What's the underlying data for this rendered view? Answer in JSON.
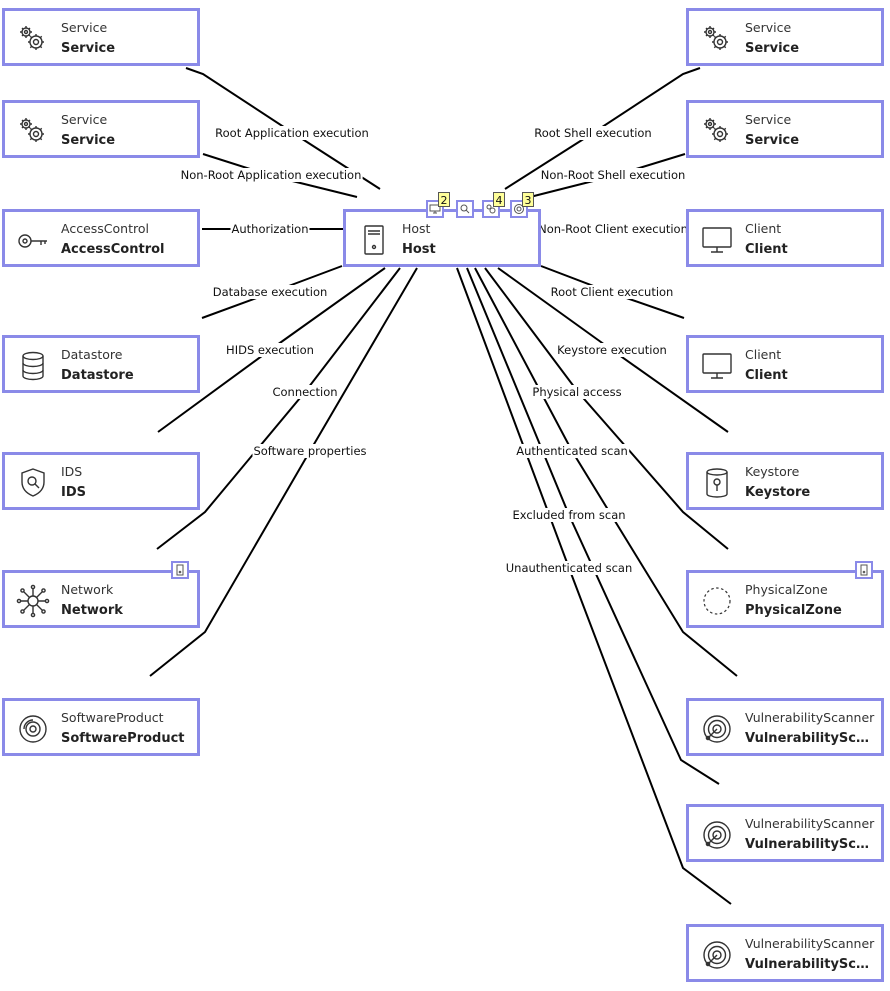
{
  "nodes": [
    {
      "id": "svc1",
      "type": "Service",
      "name": "Service",
      "icon": "gears-icon"
    },
    {
      "id": "svc2",
      "type": "Service",
      "name": "Service",
      "icon": "gears-icon"
    },
    {
      "id": "ac",
      "type": "AccessControl",
      "name": "AccessControl",
      "icon": "key-icon"
    },
    {
      "id": "ds",
      "type": "Datastore",
      "name": "Datastore",
      "icon": "database-icon"
    },
    {
      "id": "ids",
      "type": "IDS",
      "name": "IDS",
      "icon": "shield-search-icon"
    },
    {
      "id": "net",
      "type": "Network",
      "name": "Network",
      "icon": "network-icon"
    },
    {
      "id": "sp",
      "type": "SoftwareProduct",
      "name": "SoftwareProduct",
      "icon": "disc-icon"
    },
    {
      "id": "host",
      "type": "Host",
      "name": "Host",
      "icon": "server-icon"
    },
    {
      "id": "svc3",
      "type": "Service",
      "name": "Service",
      "icon": "gears-icon"
    },
    {
      "id": "svc4",
      "type": "Service",
      "name": "Service",
      "icon": "gears-icon"
    },
    {
      "id": "cl1",
      "type": "Client",
      "name": "Client",
      "icon": "monitor-icon"
    },
    {
      "id": "cl2",
      "type": "Client",
      "name": "Client",
      "icon": "monitor-icon"
    },
    {
      "id": "ks",
      "type": "Keystore",
      "name": "Keystore",
      "icon": "keystore-icon"
    },
    {
      "id": "pz",
      "type": "PhysicalZone",
      "name": "PhysicalZone",
      "icon": "dashed-circle-icon"
    },
    {
      "id": "vs1",
      "type": "VulnerabilityScanner",
      "name": "VulnerabilitySca...",
      "icon": "radar-icon"
    },
    {
      "id": "vs2",
      "type": "VulnerabilityScanner",
      "name": "VulnerabilitySca...",
      "icon": "radar-icon"
    },
    {
      "id": "vs3",
      "type": "VulnerabilityScanner",
      "name": "VulnerabilitySca...",
      "icon": "radar-icon"
    }
  ],
  "edge_labels": [
    {
      "id": "e1",
      "text": "Root Application execution"
    },
    {
      "id": "e2",
      "text": "Non-Root Application execution"
    },
    {
      "id": "e3",
      "text": "Authorization"
    },
    {
      "id": "e4",
      "text": "Database execution"
    },
    {
      "id": "e5",
      "text": "HIDS execution"
    },
    {
      "id": "e6",
      "text": "Connection"
    },
    {
      "id": "e7",
      "text": "Software properties"
    },
    {
      "id": "e8",
      "text": "Root Shell execution"
    },
    {
      "id": "e9",
      "text": "Non-Root Shell execution"
    },
    {
      "id": "e10",
      "text": "Non-Root Client execution"
    },
    {
      "id": "e11",
      "text": "Root Client execution"
    },
    {
      "id": "e12",
      "text": "Keystore execution"
    },
    {
      "id": "e13",
      "text": "Physical access"
    },
    {
      "id": "e14",
      "text": "Authenticated scan"
    },
    {
      "id": "e15",
      "text": "Excluded from scan"
    },
    {
      "id": "e16",
      "text": "Unauthenticated scan"
    }
  ],
  "host_badges": [
    {
      "icon": "monitor-small-icon",
      "count": "2"
    },
    {
      "icon": "search-small-icon",
      "count": ""
    },
    {
      "icon": "gear-small-icon",
      "count": "4"
    },
    {
      "icon": "radar-small-icon",
      "count": "3"
    }
  ],
  "colors": {
    "node_border": "#8a8ae8",
    "edge": "#000000",
    "count_badge": "#ffff99"
  }
}
